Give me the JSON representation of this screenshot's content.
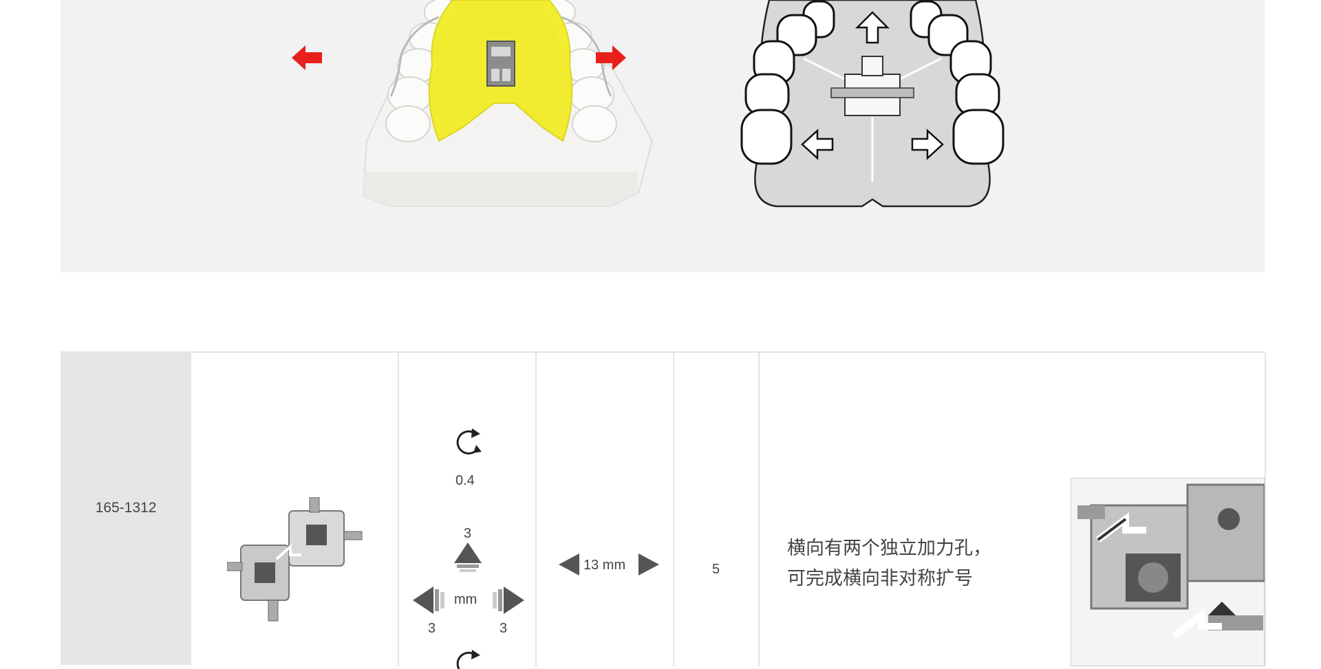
{
  "product": {
    "code": "165-1312",
    "turn_value": "0.4",
    "expansion": {
      "up": "3",
      "left": "3",
      "right": "3",
      "unit": "mm"
    },
    "length_label": "13 mm",
    "count": "5",
    "description_lines": [
      "横向有两个独立加力孔，",
      "可完成横向非对称扩号"
    ]
  },
  "colors": {
    "panel_bg": "#f2f2f2",
    "code_cell_bg": "#e5e5e7",
    "acrylic_yellow": "#f1ec1f",
    "arrow_red": "#e8201b",
    "diagram_gray": "#d8d8d8",
    "grid_line": "#e3e3e3"
  },
  "icons": [
    "red-left-arrow-icon",
    "red-right-arrow-icon",
    "rotation-icon",
    "triangle-up-icon",
    "triangle-left-icon",
    "triangle-right-icon"
  ]
}
